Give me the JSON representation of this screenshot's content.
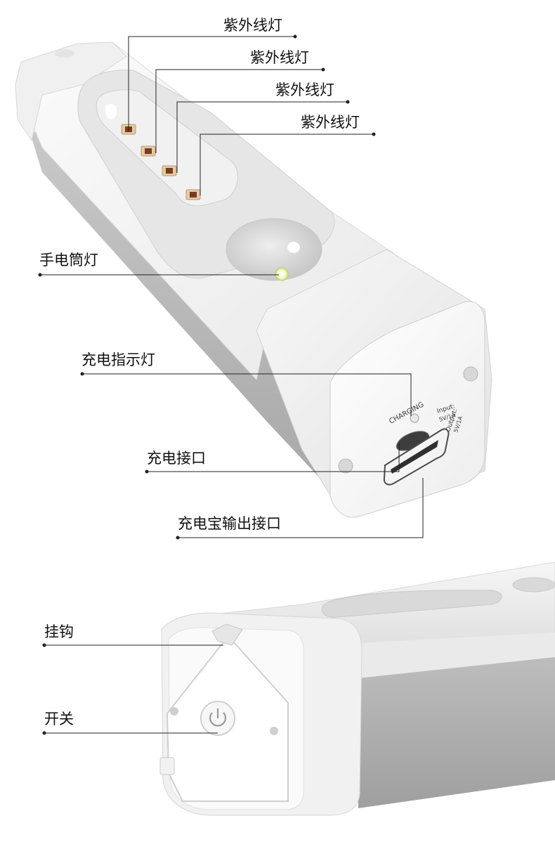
{
  "callouts": {
    "uv1": "紫外线灯",
    "uv2": "紫外线灯",
    "uv3": "紫外线灯",
    "uv4": "紫外线灯",
    "flashlight": "手电筒灯",
    "charge_indicator": "充电指示灯",
    "charge_port": "充电接口",
    "powerbank_output": "充电宝输出接口",
    "hook": "挂钩",
    "switch": "开关"
  },
  "device_print": {
    "charging": "CHARGING",
    "input_label": "Input:",
    "input_value": "5V/1A",
    "output_label": "Output:",
    "output_value": "5V/1A"
  },
  "colors": {
    "body_white": "#f3f3f3",
    "body_shadow": "#d6d6d6",
    "grey_side": "#b9b9b9",
    "uv_chip": "#7a3a1e",
    "callout_line": "#222222"
  },
  "icons": [
    "power-icon"
  ]
}
